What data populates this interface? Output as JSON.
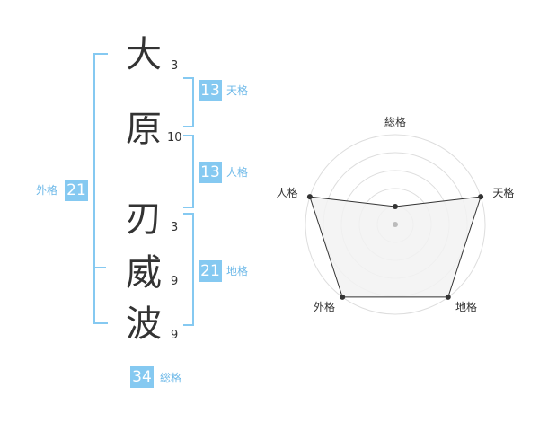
{
  "name": {
    "surname": [
      {
        "char": "大",
        "strokes": "3"
      },
      {
        "char": "原",
        "strokes": "10"
      }
    ],
    "given": [
      {
        "char": "刃",
        "strokes": "3"
      },
      {
        "char": "威",
        "strokes": "9"
      },
      {
        "char": "波",
        "strokes": "9"
      }
    ]
  },
  "fortunes": {
    "tenkaku": {
      "value": "13",
      "label": "天格"
    },
    "jinkaku": {
      "value": "13",
      "label": "人格"
    },
    "chikaku": {
      "value": "21",
      "label": "地格"
    },
    "gaikaku": {
      "value": "21",
      "label": "外格"
    },
    "soukaku": {
      "value": "34",
      "label": "総格"
    }
  },
  "radar": {
    "labels": [
      "総格",
      "天格",
      "地格",
      "外格",
      "人格"
    ],
    "levels": 5,
    "values": [
      1,
      5,
      5,
      5,
      5
    ],
    "colors": {
      "grid": "#dddddd",
      "fill": "#f2f2f2",
      "line": "#333333",
      "point": "#333333",
      "center": "#bbbbbb"
    }
  }
}
